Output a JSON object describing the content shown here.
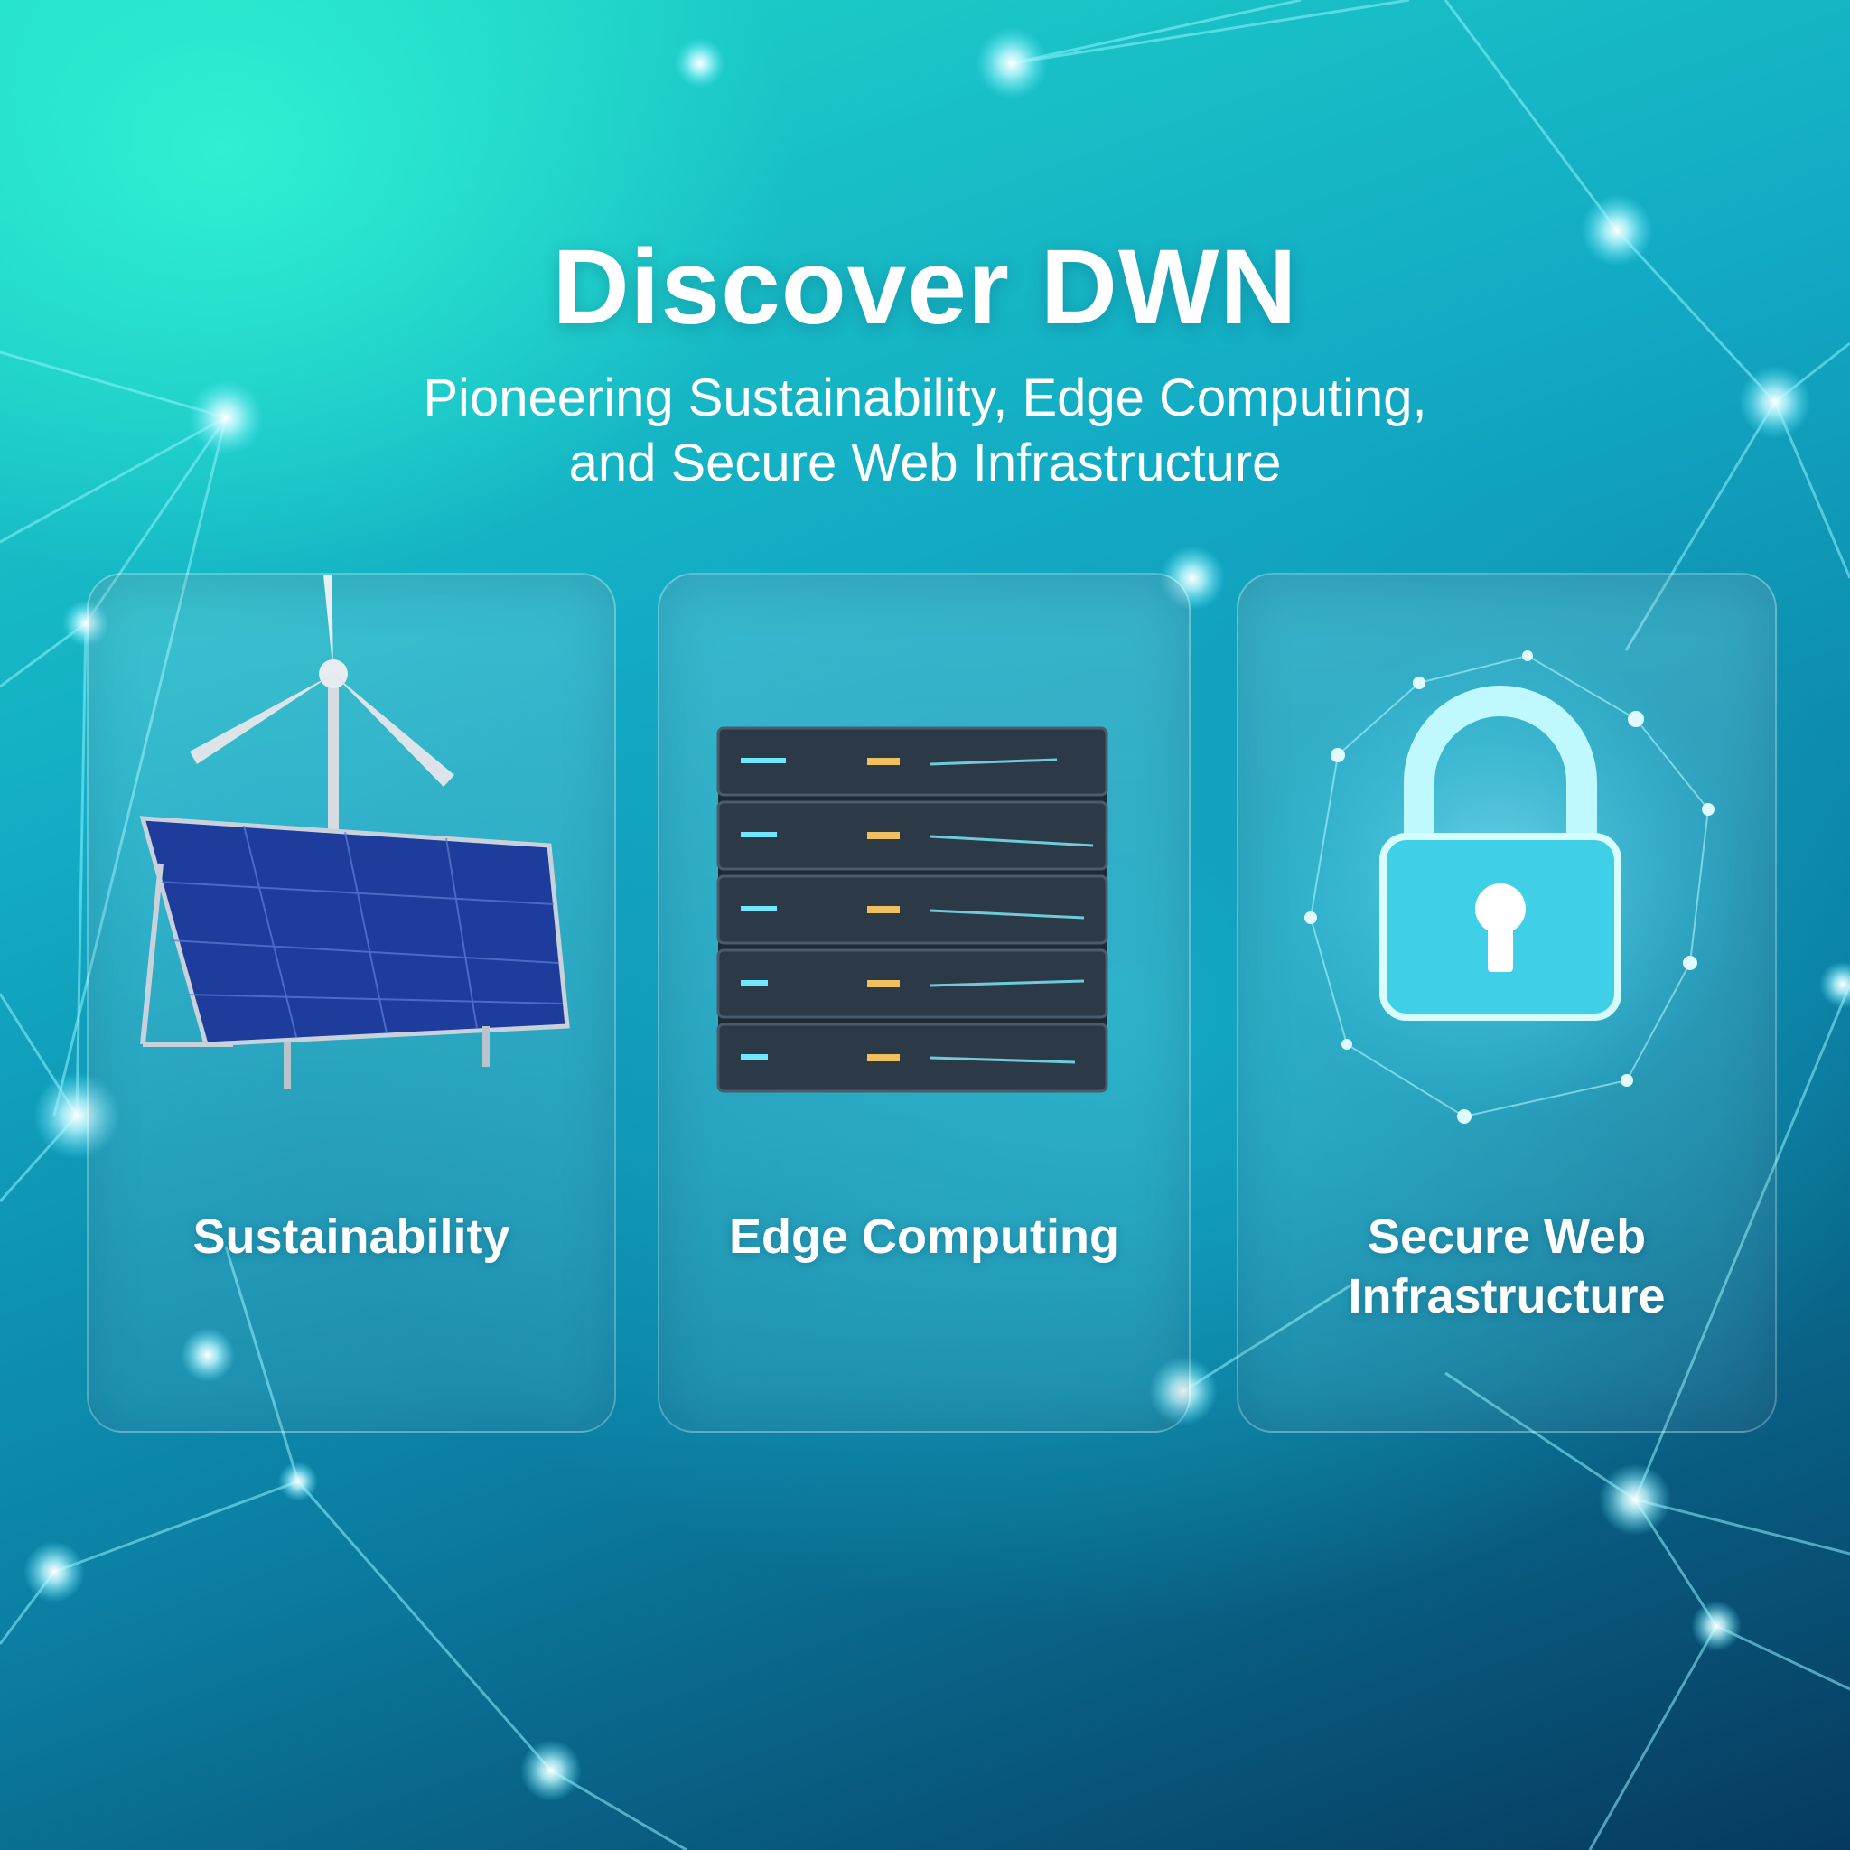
{
  "header": {
    "title": "Discover DWN",
    "subtitle_line1": "Pioneering Sustainability, Edge Computing,",
    "subtitle_line2": "and Secure Web Infrastructure"
  },
  "cards": [
    {
      "label_line1": "Sustainability",
      "label_line2": "",
      "icon": "solar-wind-icon"
    },
    {
      "label_line1": "Edge Computing",
      "label_line2": "",
      "icon": "server-rack-icon"
    },
    {
      "label_line1": "Secure Web",
      "label_line2": "Infrastructure",
      "icon": "padlock-icon"
    }
  ],
  "colors": {
    "accent": "#2ff0d2",
    "deep": "#063a5e",
    "text": "#ffffff",
    "panel_blue": "#1f3f9e"
  }
}
